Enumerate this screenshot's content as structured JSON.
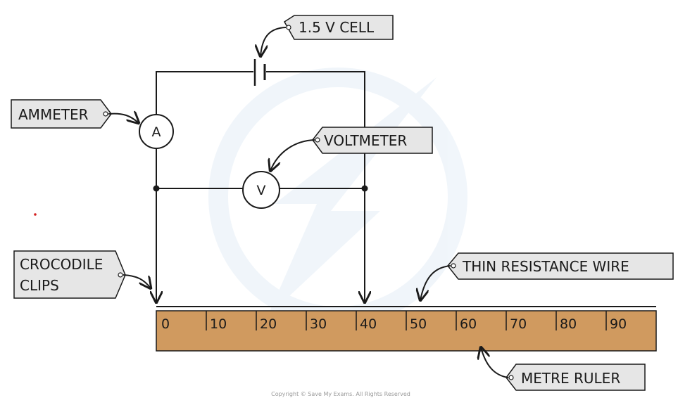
{
  "labels": {
    "cell": "1.5 V CELL",
    "ammeter": "AMMETER",
    "voltmeter": "VOLTMETER",
    "clips_line1": "CROCODILE",
    "clips_line2": "CLIPS",
    "wire": "THIN RESISTANCE WIRE",
    "ruler": "METRE RULER"
  },
  "meters": {
    "ammeter_symbol": "A",
    "voltmeter_symbol": "V"
  },
  "ruler": {
    "color": "#d09a5f",
    "ticks": [
      "0",
      "10",
      "20",
      "30",
      "40",
      "50",
      "60",
      "70",
      "80",
      "90"
    ]
  },
  "copyright": "Copyright © Save My Exams. All Rights Reserved"
}
